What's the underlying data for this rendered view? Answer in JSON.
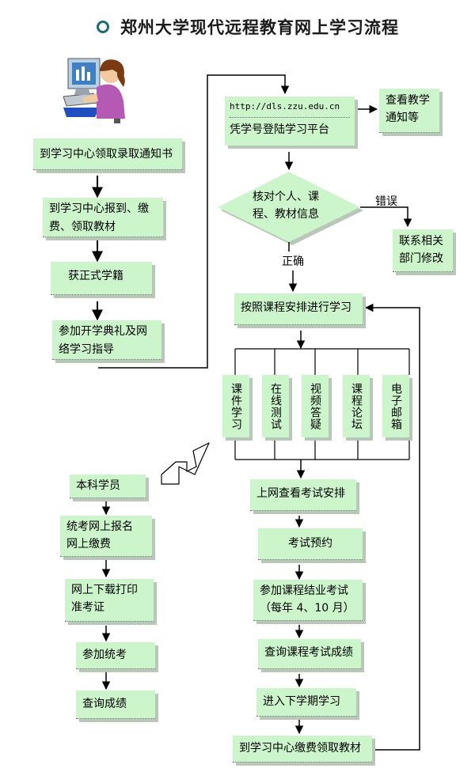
{
  "title": "郑州大学现代远程教育网上学习流程",
  "left_column": {
    "step1": "到学习中心领取录取通知书",
    "step2_line1": "到学习中心报到、缴",
    "step2_line2": "费、领取教材",
    "step3": "获正式学籍",
    "step4_line1": "参加开学典礼及网",
    "step4_line2": "络学习指导"
  },
  "platform": {
    "url": "http://dls.zzu.edu.cn",
    "login": "凭学号登陆学习平台",
    "notice_line1": "查看教学",
    "notice_line2": "通知等"
  },
  "check": {
    "line1": "核对个人、课",
    "line2": "程、教材信息",
    "error_label": "错误",
    "correct_label": "正确",
    "contact_line1": "联系相关",
    "contact_line2": "部门修改"
  },
  "study": {
    "arrange": "按照课程安排进行学习",
    "items": [
      "课件学习",
      "在线测试",
      "视频答疑",
      "课程论坛",
      "电子邮箱"
    ]
  },
  "exam_flow": {
    "view_exam": "上网查看考试安排",
    "reserve": "考试预约",
    "final_line1": "参加课程结业考试",
    "final_line2": "（每年 4、10 月）",
    "scores": "查询课程考试成绩",
    "next_term": "进入下学期学习",
    "fee": "到学习中心缴费领取教材"
  },
  "undergrad": {
    "title": "本科学员",
    "reg_line1": "统考网上报名",
    "reg_line2": "网上缴费",
    "dl_line1": "网上下载打印",
    "dl_line2": "准考证",
    "attend": "参加统考",
    "result": "查询成绩"
  },
  "icons": [
    "student-at-computer-icon",
    "back-arrow-icon"
  ],
  "colors": {
    "box_fill": "#ccf5cc",
    "box_shadow": "#b9c7b9",
    "line": "#000000",
    "title_bullet": "#1f6b78"
  }
}
